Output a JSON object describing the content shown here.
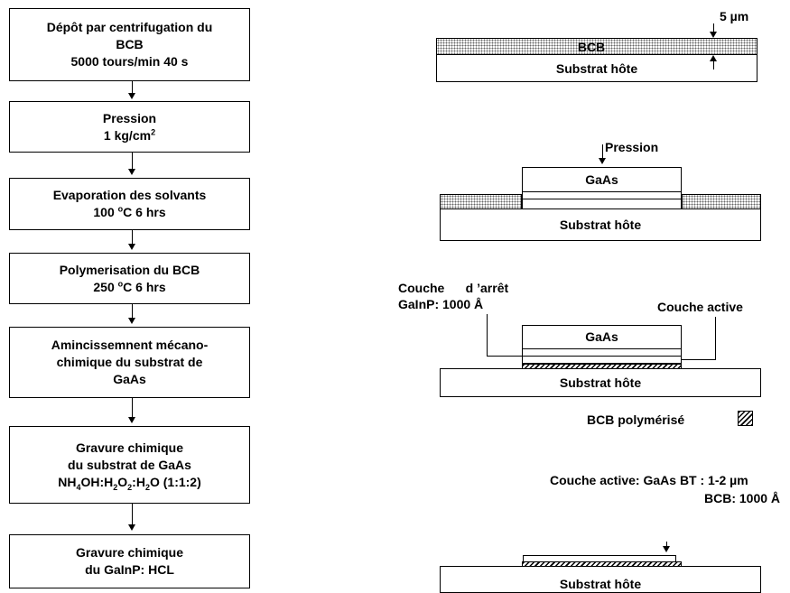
{
  "flow": {
    "steps": [
      {
        "lines": [
          "Dépôt par centrifugation   du",
          "BCB",
          "5000 tours/min 40 s"
        ]
      },
      {
        "lines": [
          "Pression"
        ],
        "line2_pre": "1 kg/cm",
        "line2_sup": "2"
      },
      {
        "lines": [
          "Evaporation des solvants"
        ],
        "line2_pre": "100 ",
        "line2_sup": "o",
        "line2_post": "C 6 hrs"
      },
      {
        "lines": [
          "Polymerisation du BCB"
        ],
        "line2_pre": "250 ",
        "line2_sup": "o",
        "line2_post": "C 6 hrs"
      },
      {
        "lines": [
          "Amincissemnent mécano-",
          "chimique du substrat de",
          "GaAs"
        ]
      },
      {
        "lines": [
          "Gravure chimique",
          "du substrat de GaAs"
        ],
        "formula": [
          {
            "t": "NH"
          },
          {
            "sub": "4"
          },
          {
            "t": "OH:H"
          },
          {
            "sub": "2"
          },
          {
            "t": "O"
          },
          {
            "sub": "2"
          },
          {
            "t": ":H"
          },
          {
            "sub": "2"
          },
          {
            "t": "O (1:1:2)"
          }
        ]
      },
      {
        "lines": [
          "Gravure chimique",
          "du GaInP: HCL"
        ]
      }
    ]
  },
  "diagrams": {
    "d1": {
      "bcb_label": "BCB",
      "substrate_label": "Substrat hôte",
      "thickness_label": "5 µm"
    },
    "d2": {
      "pressure_label": "Pression",
      "gaas_label": "GaAs",
      "substrate_label": "Substrat hôte"
    },
    "d3": {
      "stop_layer_line1": "Couche      d ’arrêt",
      "stop_layer_line2": "GaInP: 1000 Å",
      "active_layer_label": "Couche active",
      "gaas_label": "GaAs",
      "substrate_label": "Substrat hôte",
      "legend_label": "BCB polymérisé"
    },
    "d4": {
      "active_layer_text": "Couche active:  GaAs BT : 1-2 µm",
      "bcb_text": "BCB: 1000 Å",
      "substrate_label": "Substrat hôte"
    }
  }
}
